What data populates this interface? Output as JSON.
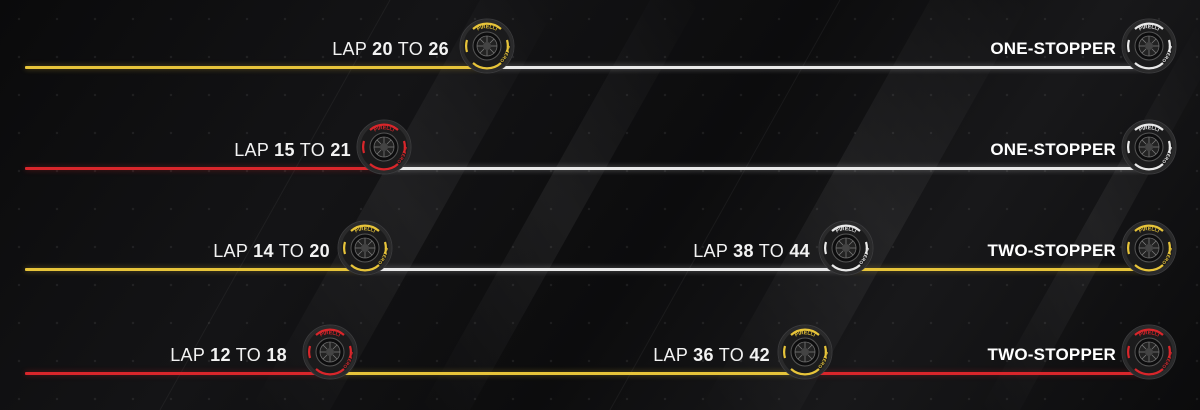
{
  "colors": {
    "soft": "#d9262b",
    "medium": "#e7c43a",
    "hard": "#e9e9e9",
    "background": "#0b0b0c"
  },
  "tyre_brand": "PIRELLI",
  "tyre_model": "P ZERO",
  "strategies": [
    {
      "strategy": "ONE-STOPPER",
      "stints": [
        {
          "compound": "medium"
        },
        {
          "compound": "hard"
        }
      ],
      "stops": [
        {
          "word_lap": "LAP",
          "from": "20",
          "word_to": "TO",
          "to": "26",
          "next_compound": "medium"
        }
      ],
      "final_compound": "hard"
    },
    {
      "strategy": "ONE-STOPPER",
      "stints": [
        {
          "compound": "soft"
        },
        {
          "compound": "hard"
        }
      ],
      "stops": [
        {
          "word_lap": "LAP",
          "from": "15",
          "word_to": "TO",
          "to": "21",
          "next_compound": "soft"
        }
      ],
      "final_compound": "hard"
    },
    {
      "strategy": "TWO-STOPPER",
      "stints": [
        {
          "compound": "medium"
        },
        {
          "compound": "hard"
        },
        {
          "compound": "medium"
        }
      ],
      "stops": [
        {
          "word_lap": "LAP",
          "from": "14",
          "word_to": "TO",
          "to": "20",
          "next_compound": "medium"
        },
        {
          "word_lap": "LAP",
          "from": "38",
          "word_to": "TO",
          "to": "44",
          "next_compound": "hard"
        }
      ],
      "final_compound": "medium"
    },
    {
      "strategy": "TWO-STOPPER",
      "stints": [
        {
          "compound": "soft"
        },
        {
          "compound": "medium"
        },
        {
          "compound": "soft"
        }
      ],
      "stops": [
        {
          "word_lap": "LAP",
          "from": "12",
          "word_to": "TO",
          "to": "18",
          "next_compound": "soft"
        },
        {
          "word_lap": "LAP",
          "from": "36",
          "word_to": "TO",
          "to": "42",
          "next_compound": "medium"
        }
      ],
      "final_compound": "soft"
    }
  ]
}
